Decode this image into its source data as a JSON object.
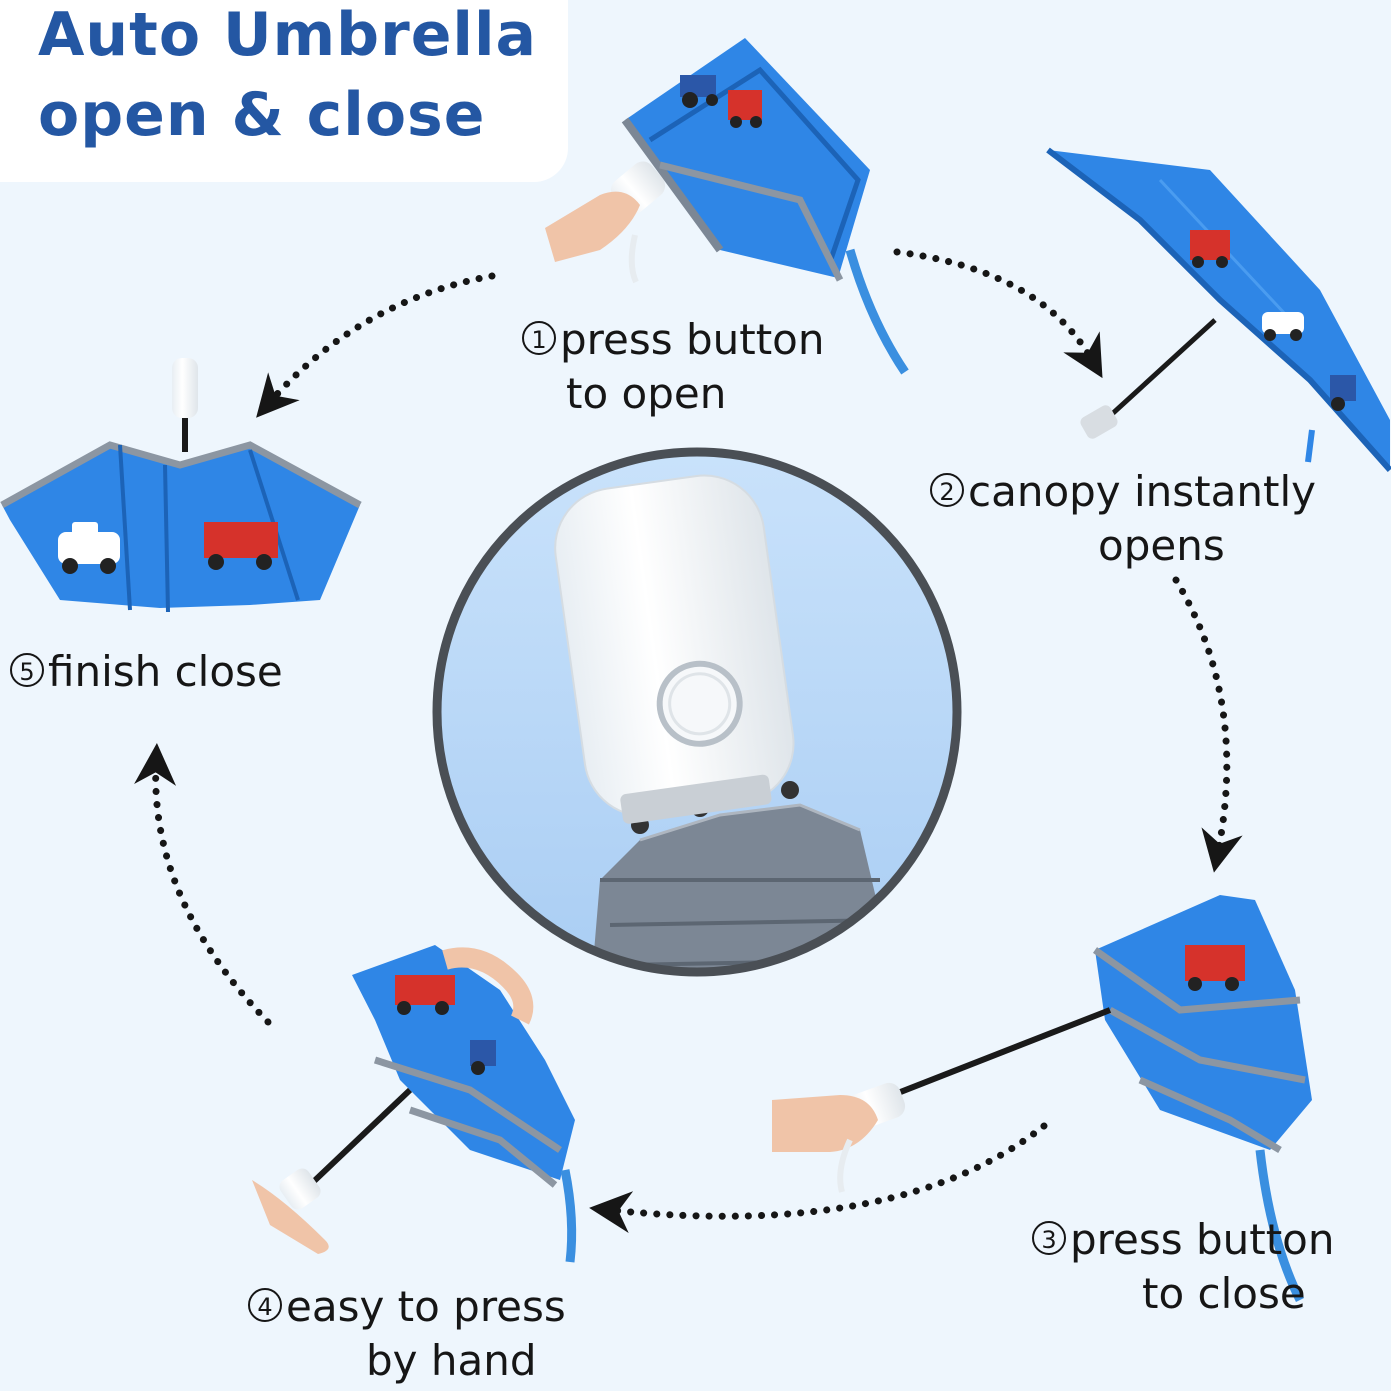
{
  "title": {
    "line1": "Auto Umbrella",
    "line2": "open & close"
  },
  "steps": [
    {
      "num": "1",
      "line1": "press button",
      "line2": "to open"
    },
    {
      "num": "2",
      "line1": "canopy instantly",
      "line2": "opens"
    },
    {
      "num": "3",
      "line1": "press button",
      "line2": "to close"
    },
    {
      "num": "4",
      "line1": "easy to press",
      "line2": "by hand"
    },
    {
      "num": "5",
      "line1": "finish close",
      "line2": ""
    }
  ],
  "colors": {
    "title": "#2457a3",
    "canopy": "#2f86e6",
    "background": "#eef6fd"
  },
  "icons": [
    "arrow-icon",
    "umbrella-handle-icon",
    "police-car-icon",
    "fire-truck-icon",
    "tractor-icon"
  ]
}
